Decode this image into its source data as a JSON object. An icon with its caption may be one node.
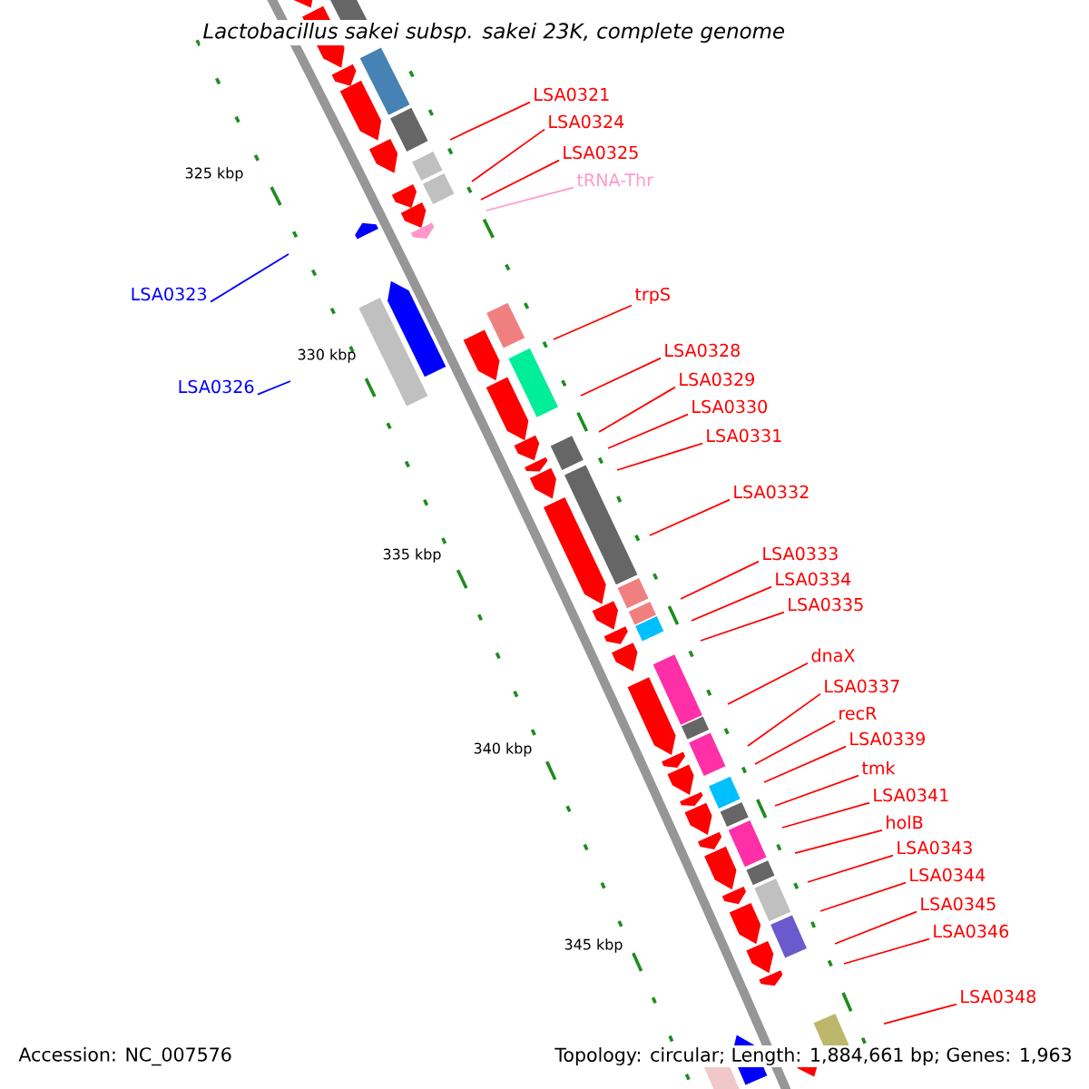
{
  "diagram": {
    "title": "Lactobacillus sakei subsp. sakei 23K, complete genome",
    "nodes": [
      {
        "text": [
          "LSA0321"
        ]
      },
      {
        "text": [
          "LSA0324"
        ]
      },
      {
        "text": [
          "LSA0325"
        ]
      },
      {
        "text": [
          "tRNA-Thr"
        ]
      },
      {
        "text": [
          "LSA0323"
        ]
      },
      {
        "text": [
          "trpS"
        ]
      },
      {
        "text": [
          "LSA0328"
        ]
      },
      {
        "text": [
          "LSA0329"
        ]
      },
      {
        "text": [
          "LSA0326"
        ]
      },
      {
        "text": [
          "LSA0330"
        ]
      },
      {
        "text": [
          "LSA0331"
        ]
      },
      {
        "text": [
          "LSA0332"
        ]
      },
      {
        "text": [
          "LSA0333"
        ]
      },
      {
        "text": [
          "LSA0334"
        ]
      },
      {
        "text": [
          "LSA0335"
        ]
      },
      {
        "text": [
          "dnaX"
        ]
      },
      {
        "text": [
          "LSA0337"
        ]
      },
      {
        "text": [
          "recR"
        ]
      },
      {
        "text": [
          "LSA0339"
        ]
      },
      {
        "text": [
          "tmk"
        ]
      },
      {
        "text": [
          "LSA0341"
        ]
      },
      {
        "text": [
          "holB"
        ]
      },
      {
        "text": [
          "LSA0343"
        ]
      },
      {
        "text": [
          "LSA0344"
        ]
      },
      {
        "text": [
          "LSA0345"
        ]
      },
      {
        "text": [
          "LSA0346"
        ]
      },
      {
        "text": [
          "LSA0348"
        ]
      }
    ],
    "edges": [
      {
        "from": 0,
        "to": null,
        "arrow": "none"
      },
      {
        "from": 1,
        "to": null,
        "arrow": "none"
      },
      {
        "from": 2,
        "to": null,
        "arrow": "none"
      },
      {
        "from": 3,
        "to": null,
        "arrow": "none",
        "color": "#ff99cc"
      },
      {
        "from": 4,
        "to": null,
        "arrow": "none",
        "color": "#0000ff"
      },
      {
        "from": 5,
        "to": null,
        "arrow": "none"
      },
      {
        "from": 6,
        "to": null,
        "arrow": "none"
      },
      {
        "from": 7,
        "to": null,
        "arrow": "none"
      },
      {
        "from": 8,
        "to": null,
        "arrow": "none",
        "color": "#0000ff"
      },
      {
        "from": 9,
        "to": null,
        "arrow": "none"
      },
      {
        "from": 10,
        "to": null,
        "arrow": "none"
      },
      {
        "from": 11,
        "to": null,
        "arrow": "none"
      },
      {
        "from": 12,
        "to": null,
        "arrow": "none"
      },
      {
        "from": 13,
        "to": null,
        "arrow": "none"
      },
      {
        "from": 14,
        "to": null,
        "arrow": "none"
      },
      {
        "from": 15,
        "to": null,
        "arrow": "none"
      },
      {
        "from": 16,
        "to": null,
        "arrow": "none"
      },
      {
        "from": 17,
        "to": null,
        "arrow": "none"
      },
      {
        "from": 18,
        "to": null,
        "arrow": "none"
      },
      {
        "from": 19,
        "to": null,
        "arrow": "none"
      },
      {
        "from": 20,
        "to": null,
        "arrow": "none"
      },
      {
        "from": 21,
        "to": null,
        "arrow": "none"
      },
      {
        "from": 22,
        "to": null,
        "arrow": "none"
      },
      {
        "from": 23,
        "to": null,
        "arrow": "none"
      },
      {
        "from": 24,
        "to": null,
        "arrow": "none"
      },
      {
        "from": 25,
        "to": null,
        "arrow": "none"
      },
      {
        "from": 26,
        "to": null,
        "arrow": "none"
      }
    ],
    "labels": [
      "325 kbp",
      "330 kbp",
      "335 kbp",
      "340 kbp",
      "345 kbp",
      "Accession: NC_007576",
      "Topology: circular; Length: 1,884,661 bp; Genes: 1,963"
    ]
  }
}
